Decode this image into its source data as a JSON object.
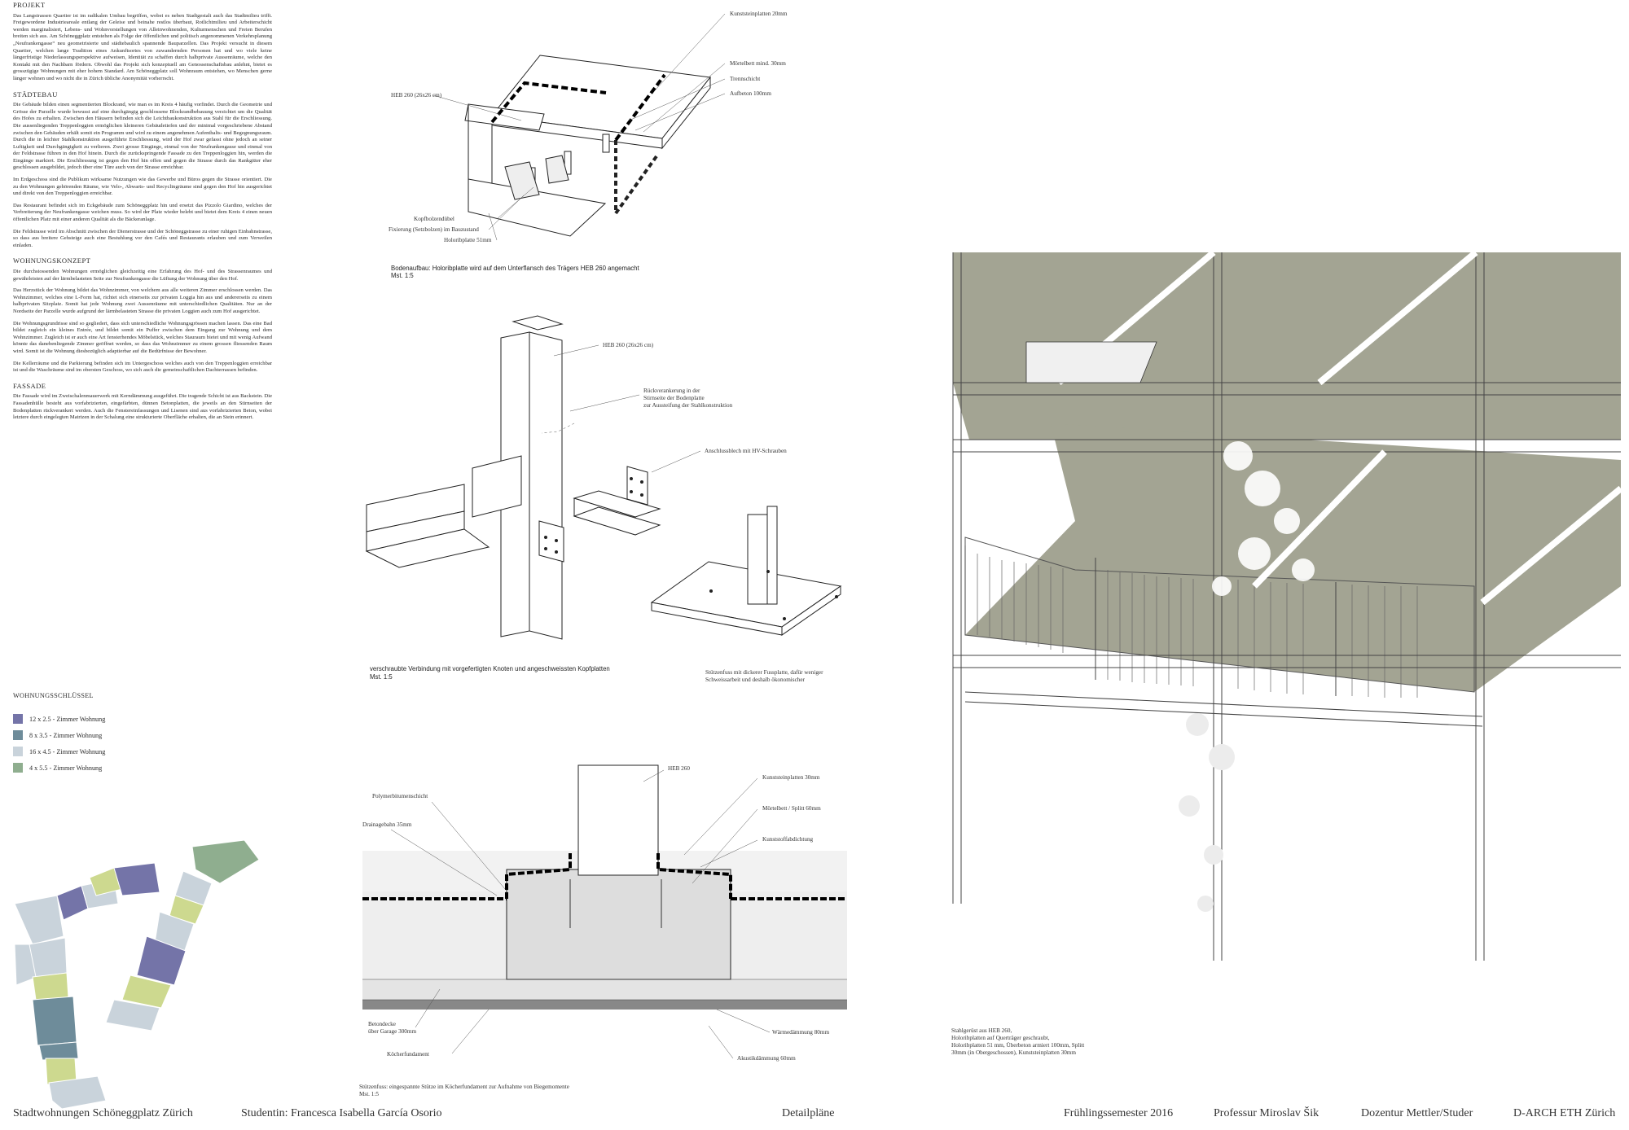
{
  "sections": [
    {
      "heading": "PROJEKT",
      "paragraphs": [
        "Das Langstrassen Quartier ist im radikalen Umbau begriffen, wobei es neben Stadtgestalt auch das Stadtmilieu trifft. Freigewordene Industrieareale entlang der Geleise und beinahe restlos überbaut, Rotlichtmilieu und Arbeiterschicht werden marginalisiert, Lebens- und Wohnvorstellungen von Alleinwohnenden, Kulturmenschen und Freien Berufen breiten sich aus. Am Schöneggplatz entstehen als Folge der öffentlichen und politisch angenommenen Verkehrsplanung „Neufrankengasse“ neu geometrisierte und städtebaulich spannende Bauparzellen. Das Projekt versucht in diesem Quartier, welchen lange Tradition eines Ankunftsortes von zuwandernden Personen hat und wo viele keine längerfristige Niederlassungsperspektive aufweisen, Identität zu schaffen durch halbprivate Aussenräume, welche den Kontakt mit den Nachbarn fördern. Obwohl das Projekt sich konzeptuell am Genossenschaftsbau anlehnt, bietet es grosszügige Wohnungen mit eher hohem Standard. Am Schöneggplatz soll Wohnraum entstehen, wo Menschen gerne länger wohnen und wo nicht die in Zürich übliche Anonymität vorherrscht."
      ]
    },
    {
      "heading": "STÄDTEBAU",
      "paragraphs": [
        "Die Gebäude bilden einen segmentierten Blockrand, wie man es im Kreis 4 häufig vorfindet. Durch die Geometrie und Grösse der Parzelle wurde bewusst auf eine durchgängig geschlossene Blockrandbebauung verzichtet um die Qualität des Hofes zu erhalten. Zwischen den Häusern befinden sich die Leichtbaukonstruktion aus Stahl für die Erschliessung. Die aussenliegenden Treppenloggien ermöglichen kleineren Gebäudetiefen und der minimal vorgeschriebene Abstand zwischen den Gebäuden erhält somit ein Programm und wird zu einem angenehmen Aufenthalts- und Begegnungsraum. Durch die in leichter Stahlkonstruktion ausgeführte Erschliessung, wird der Hof zwar gefasst ohne jedoch an seiner Luftigkeit und Durchgängigkeit zu verlieren. Zwei grosse Eingänge, einmal von der Neufrankengasse und einmal von der Feldstrasse führen in den Hof hinein. Durch die zurückspringende Fassade zu den Treppenloggien hin, werden die Eingänge markiert. Die Erschliessung ist gegen den Hof hin offen und gegen die Strasse durch das Rankgitter eher geschlossen ausgebildet, jedoch über eine Türe auch von der Strasse erreichbar.",
        "Im Erdgeschoss sind die Publikum wirksame Nutzungen wie das Gewerbe und Büros gegen die Strasse orientiert. Die zu den Wohnungen gehörenden Räume, wie Velo-, Abwarts- und Recyclingräume sind gegen den Hof hin ausgerichtet und direkt von den Treppenloggien erreichbar.",
        "Das Restaurant befindet sich im Eckgebäude zum Schöneggplatz hin und ersetzt das Pizzolo Giardino, welches der Verbreiterung der Neufrankengasse weichen muss. So wird der Platz wieder belebt und bietet dem Kreis 4 einen neuen öffentlichen Platz mit einer anderen Qualität als die Bäckeranlage.",
        "Die Feldstrasse wird im Abschnitt zwischen der Dienerstrasse und der Schöneggstrasse zu einer ruhigen Einbahnstrasse, so dass aus breitere Gehsteige auch eine Bestuhlung vor den Cafés und Restaurants erlauben und zum Verweilen einladen."
      ]
    },
    {
      "heading": "WOHNUNGSKONZEPT",
      "paragraphs": [
        "Die durchstossenden Wohnungen ermöglichen gleichzeitig eine Erfahrung des Hof- und des Strassenraumes und gewährleisten auf der lärmbelasteten Seite zur Neufrankengasse die Lüftung der Wohnung über den Hof.",
        "Das Herzstück der Wohnung bildet das Wohnzimmer, von welchem aus alle weiteren Zimmer erschlossen werden. Das Wohnzimmer, welches eine L-Form hat, richtet sich einerseits zur privaten Loggia hin aus und andererseits zu einem halbprivaten Sitzplatz. Somit hat jede Wohnung zwei Aussenräume mit unterschiedlichen Qualitäten. Nur an der Nordseite der Parzelle wurde aufgrund der lärmbelasteten Strasse die privaten Loggien auch zum Hof ausgerichtet.",
        "Die Wohnungsgrundrisse sind so gegliedert, dass sich unterschiedliche Wohnungsgrössen machen lassen. Das eine Bad bildet zugleich ein kleines Entrée, und bildet somit ein Puffer zwischen dem Eingang zur Wohnung und dem Wohnzimmer. Zugleich ist er auch eine Art fensterhendes Möbelstück, welches Stauraum bietet und mit wenig Aufwand könnte das danebenliegende Zimmer geöffnet werden, so dass das Wohnzimmer zu einem grossen fliessenden Raum wird. Somit ist die Wohnung diesbezüglich adaptierbar auf die Bedürfnisse der Bewohner.",
        "Die Kellerräume und die Parkierung befinden sich im Untergeschoss welches auch von den Treppenloggien erreichbar ist und die Waschräume sind im obersten Geschoss, wo sich auch die gemeinschaftlichen Dachterrassen befinden."
      ]
    },
    {
      "heading": "FASSADE",
      "paragraphs": [
        "Die Fassade wird im Zweischalenmauerwerk mit Kerndämmung ausgeführt. Die tragende Schicht ist aus Backstein. Die Fassadenhülle besteht aus vorfabrizierten, eingefärbten, dünnen Betonplatten, die jeweils an den Stirnseiten der Bodenplatten rückverankert werden. Auch die Fenstereinfassungen und Lisenen sind aus vorfabrizierten Beton, wobei letztere durch eingelegten Matrizen in der Schalung eine strukturierte Oberfläche erhalten, die an Stein erinnert."
      ]
    }
  ],
  "key": {
    "title": "WOHNUNGSSCHLÜSSEL",
    "items": [
      {
        "label": "12 x  2.5 - Zimmer Wohnung",
        "color": "#7474a8"
      },
      {
        "label": "8 x  3.5 - Zimmer Wohnung",
        "color": "#6e8c9a"
      },
      {
        "label": "16 x  4.5 - Zimmer Wohnung",
        "color": "#c9d3db"
      },
      {
        "label": "4 x  5.5 - Zimmer Wohnung",
        "color": "#8fae8f"
      }
    ]
  },
  "detail1": {
    "labels": [
      "Kunststeinplatten 20mm",
      "Mörtelbett mind. 30mm",
      "Trennschicht",
      "Aufbeton 100mm",
      "HEB 260 (26x26 cm)",
      "Kopfbolzendübel",
      "Fixierung (Setzbolzen) im Bauzustand",
      "Holorib­platte 51mm"
    ],
    "caption": "Bodenaufbau: Holoribplatte wird auf dem Unterflansch des Trägers HEB 260 angemacht",
    "scale": "Mst. 1:5"
  },
  "detail2": {
    "labels": [
      "HEB 260 (26x26 cm)",
      "Rückverankerung in der",
      "Stirnseite der Bodenplatte",
      "zur Aussteifung der Stahlkonstruktion",
      "Anschlussblech mit HV-Schrauben"
    ],
    "caption": "verschraubte Verbindung mit vorgefertigten Knoten und angeschweissten Kopfplatten",
    "scale": "Mst. 1:5",
    "note1": "Stützenfuss mit dickerer Fussplatte, dafür weniger",
    "note2": "Schweissarbeit und deshalb ökonomischer"
  },
  "detail3": {
    "labels": [
      "HEB 260",
      "Polymerbitumenschicht",
      "Drainagebahn 35mm",
      "Kunststeinplatten 30mm",
      "Mörtelbett / Splitt 60mm",
      "Kunststoffabdichtung",
      "Betondecke",
      "über Garage 300mm",
      "Köcherfundament",
      "Wärmedämmung 80mm",
      "Akustikdämmung 60mm"
    ],
    "caption": "Stützenfuss: eingespannte Stütze im Köcherfundament zur Aufnahme von Biegemomente",
    "scale": "Mst. 1:5"
  },
  "perspective": {
    "note": [
      "Stahlgerüst aus HEB 260,",
      "Holoribplatten auf Querträger geschraubt,",
      "Holoribplatten 51 mm, Überbeton armiert 100mm, Splitt",
      "30mm (in Obergeschossen), Kunststeinplatten 30mm"
    ]
  },
  "footer": {
    "project": "Stadtwohnungen Schöneggplatz Zürich",
    "student": "Studentin: Francesca Isabella García Osorio",
    "sheet": "Detailpläne",
    "semester": "Frühlingssemester 2016",
    "professor": "Professur Miroslav Šik",
    "dozentur": "Dozentur Mettler/Studer",
    "institute": "D-ARCH ETH Zürich"
  }
}
